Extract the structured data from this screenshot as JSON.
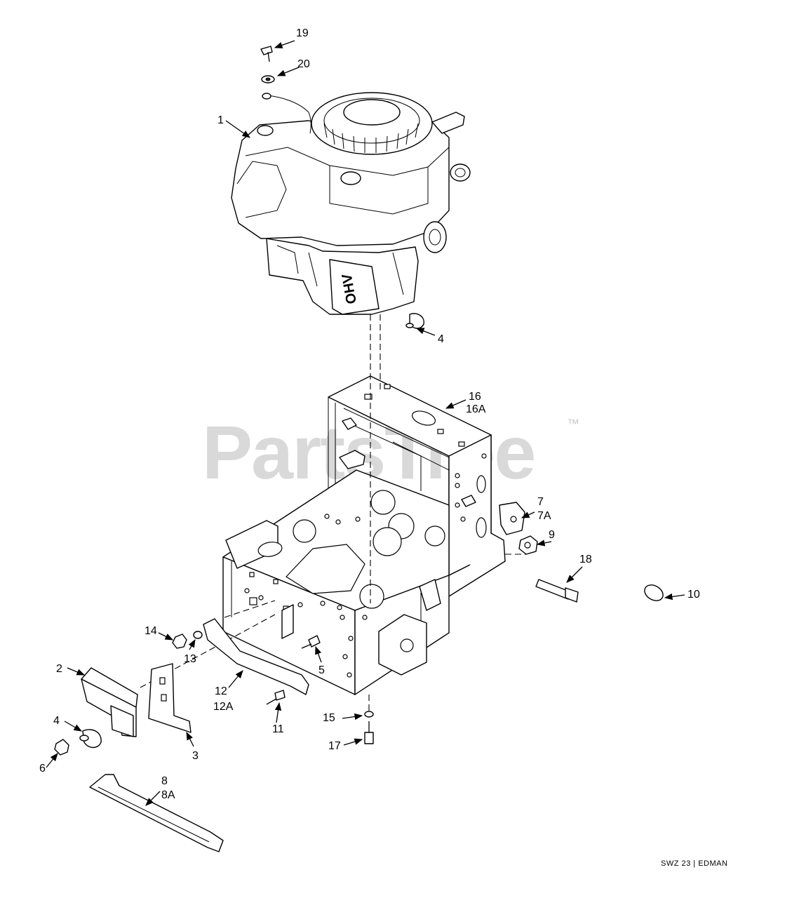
{
  "watermark": {
    "text": "PartsTree",
    "trademark": "™"
  },
  "drawing_code": "SWZ 23 | EDMAN",
  "engine_label": "OHV",
  "callouts": [
    "19",
    "20",
    "1",
    "4",
    "16",
    "16A",
    "7",
    "7A",
    "9",
    "18",
    "10",
    "14",
    "13",
    "2",
    "12",
    "12A",
    "5",
    "4",
    "6",
    "3",
    "11",
    "15",
    "17",
    "8",
    "8A"
  ]
}
